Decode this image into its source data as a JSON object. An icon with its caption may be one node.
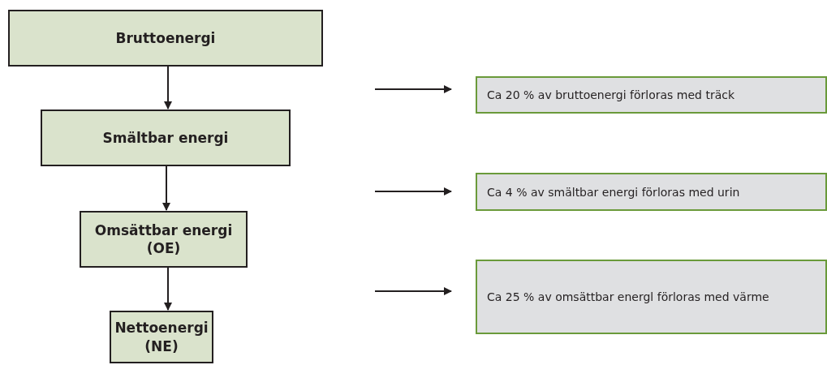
{
  "diagram": {
    "nodes": [
      {
        "text": [
          "Bruttoenergi"
        ]
      },
      {
        "text": [
          "Smältbar energi"
        ]
      },
      {
        "text": [
          "Omsättbar energi (OE)"
        ]
      },
      {
        "text": [
          "Nettoenergi (NE)"
        ]
      },
      {
        "text": [
          "Ca 20 % av bruttoenergi förloras med träck"
        ]
      },
      {
        "text": [
          "Ca 4 % av smältbar energi förloras med urin"
        ]
      },
      {
        "text": [
          "Ca 25 % av omsättbar energl förloras med värme"
        ]
      }
    ],
    "edges": [
      {
        "from": 0,
        "to": 1,
        "arrow": "to"
      },
      {
        "from": 1,
        "to": 2,
        "arrow": "to"
      },
      {
        "from": 2,
        "to": 3,
        "arrow": "to"
      },
      {
        "from": null,
        "to": 4,
        "arrow": "to"
      },
      {
        "from": null,
        "to": 5,
        "arrow": "to"
      },
      {
        "from": null,
        "to": 6,
        "arrow": "to"
      }
    ]
  }
}
